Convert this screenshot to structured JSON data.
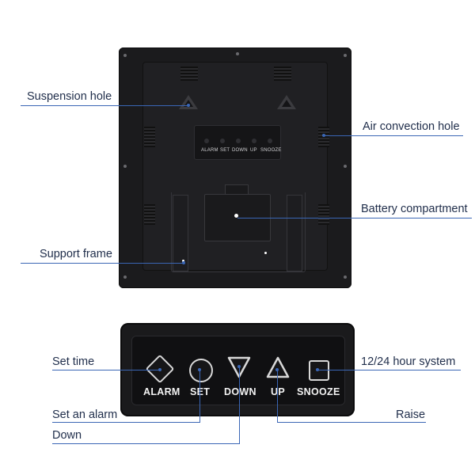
{
  "callouts": {
    "suspension_hole": "Suspension hole",
    "air_convection_hole": "Air convection hole",
    "battery_compartment": "Battery compartment",
    "support_frame": "Support frame",
    "set_time": "Set time",
    "set_alarm": "Set an alarm",
    "down": "Down",
    "hour_system": "12/24 hour system",
    "raise": "Raise"
  },
  "back_panel_buttons": [
    "ALARM",
    "SET",
    "DOWN",
    "UP",
    "SNOOZE"
  ],
  "front_buttons": {
    "alarm": "ALARM",
    "set": "SET",
    "down": "DOWN",
    "up": "UP",
    "snooze": "SNOOZE"
  },
  "colors": {
    "device_body": "#1b1b1d",
    "callout_line": "#3a66b5",
    "label_text": "#1f2d4a"
  }
}
